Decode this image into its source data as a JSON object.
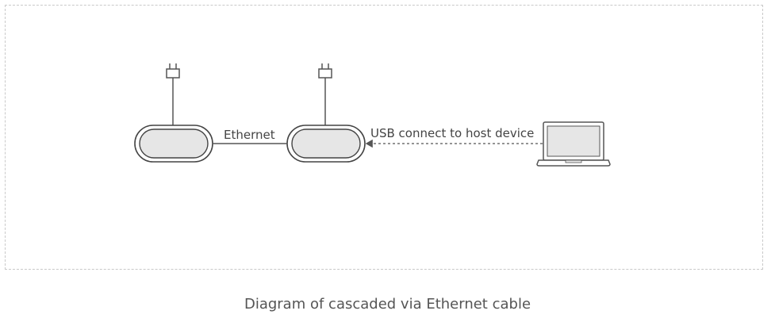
{
  "diagram": {
    "labels": {
      "ethernet": "Ethernet",
      "usb": "USB connect to host device"
    },
    "nodes": [
      {
        "id": "device-1",
        "icon": "speakerphone-device-icon"
      },
      {
        "id": "device-2",
        "icon": "speakerphone-device-icon"
      },
      {
        "id": "host",
        "icon": "laptop-icon"
      }
    ],
    "edges": [
      {
        "from": "device-1",
        "to": "device-2",
        "label": "Ethernet",
        "style": "solid"
      },
      {
        "from": "host",
        "to": "device-2",
        "label": "USB connect to host device",
        "style": "dashed-arrow"
      }
    ],
    "colors": {
      "stroke": "#555555",
      "device_fill": "#e6e6e6",
      "frame_border": "#c9c9c9"
    }
  },
  "caption": "Diagram of cascaded via Ethernet cable"
}
